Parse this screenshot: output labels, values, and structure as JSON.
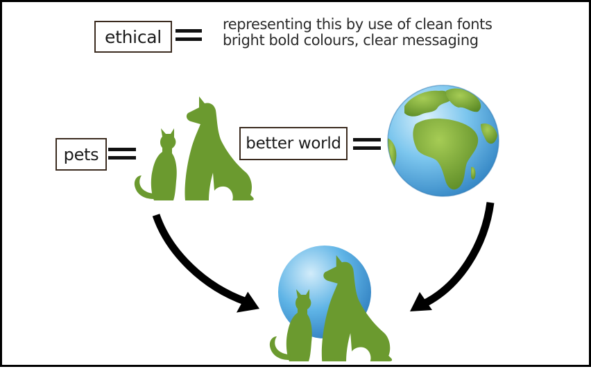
{
  "labels": {
    "ethical": "ethical",
    "pets": "pets",
    "better_world": "better world"
  },
  "description": {
    "line1": "representing this by use of clean fonts",
    "line2": "bright bold colours, clear messaging"
  },
  "colors": {
    "pet_green": "#6b9a2f",
    "ocean_blue": "#4aa3dc",
    "land_green": "#6e9e34",
    "arrow": "#000000",
    "box_border": "#3a2a1e"
  },
  "icons": {
    "pets": "cat-and-dog-silhouette-icon",
    "world": "earth-globe-icon",
    "result": "pets-with-globe-logo-icon"
  }
}
